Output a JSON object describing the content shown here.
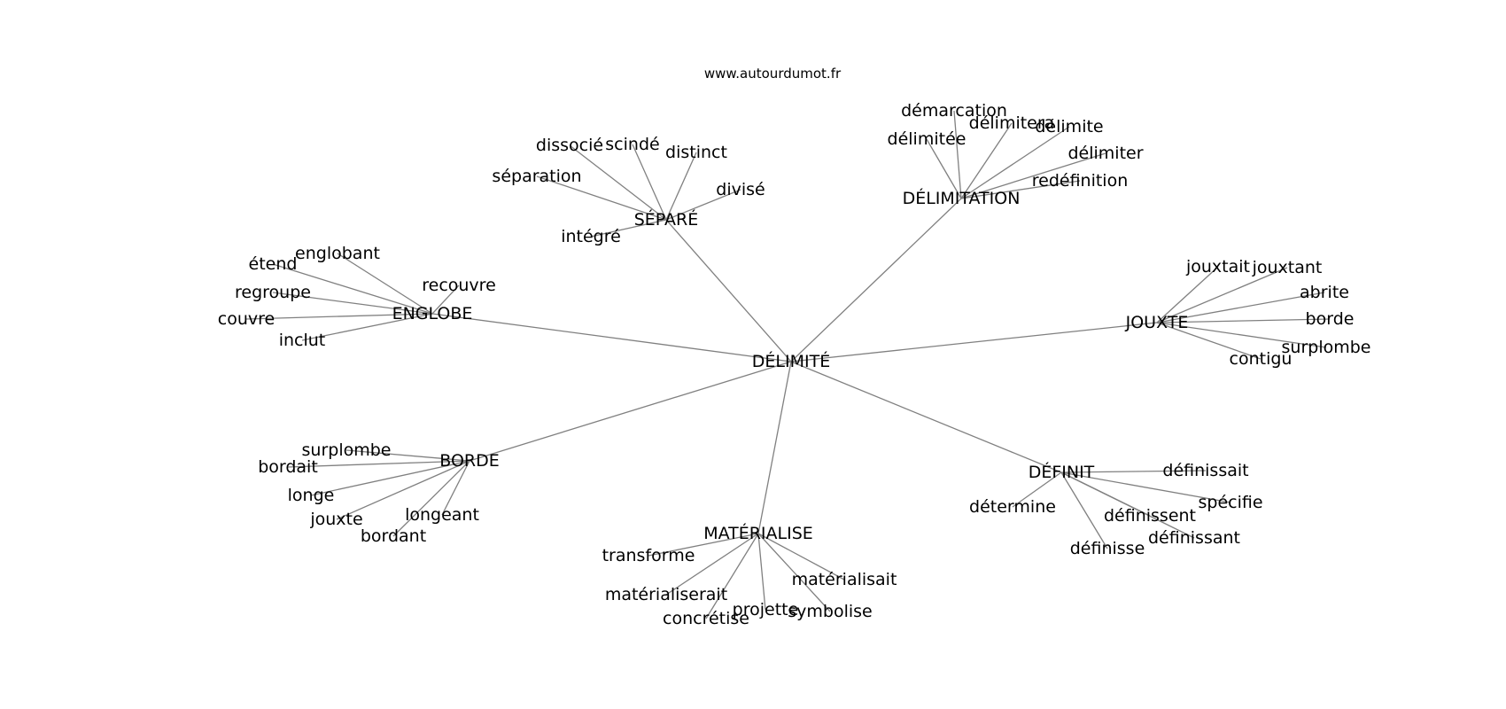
{
  "site": "www.autourdumot.fr",
  "center": "DÉLIMITÉ",
  "clusters": [
    {
      "label": "SÉPARÉ",
      "words": [
        "dissocié",
        "scindé",
        "distinct",
        "séparation",
        "divisé",
        "intégré"
      ]
    },
    {
      "label": "DÉLIMITATION",
      "words": [
        "démarcation",
        "délimitera",
        "délimitée",
        "délimite",
        "délimiter",
        "redéfinition"
      ]
    },
    {
      "label": "ENGLOBE",
      "words": [
        "englobant",
        "étend",
        "recouvre",
        "regroupe",
        "couvre",
        "inclut"
      ]
    },
    {
      "label": "JOUXTE",
      "words": [
        "jouxtait",
        "jouxtant",
        "abrite",
        "borde",
        "surplombe",
        "contigu"
      ]
    },
    {
      "label": "BORDE",
      "words": [
        "surplombe",
        "bordait",
        "longe",
        "jouxte",
        "longeant",
        "bordant"
      ]
    },
    {
      "label": "DÉFINIT",
      "words": [
        "définissait",
        "détermine",
        "spécifie",
        "définissent",
        "définissant",
        "définisse"
      ]
    },
    {
      "label": "MATÉRIALISE",
      "words": [
        "transforme",
        "matérialisait",
        "matérialiserait",
        "projette",
        "concrétise",
        "symbolise"
      ]
    }
  ]
}
